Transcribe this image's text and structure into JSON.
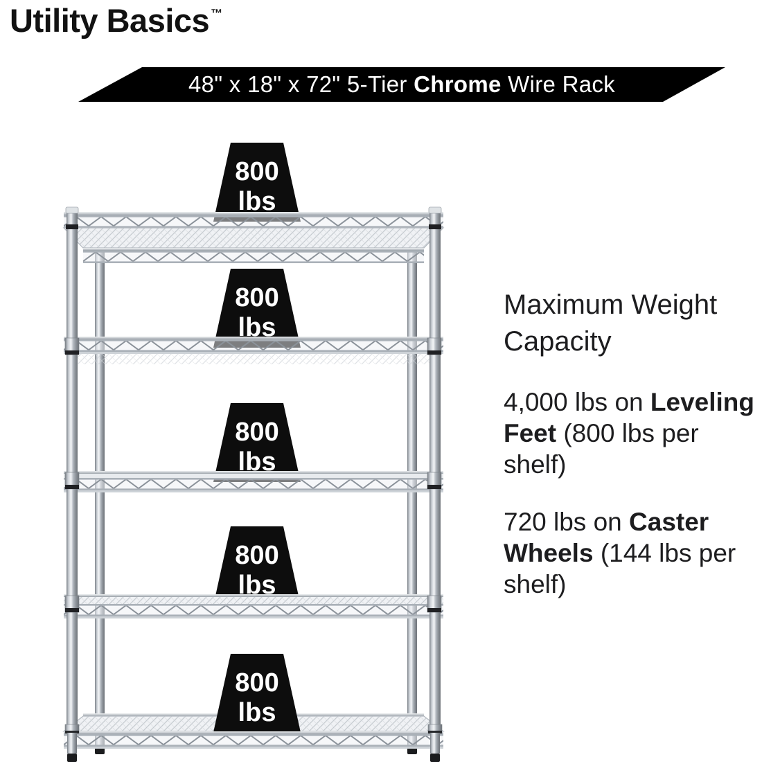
{
  "logo": {
    "text": "Utility Basics",
    "trademark": "™"
  },
  "banner": {
    "prefix": "48\" x 18\" x 72\" 5-Tier ",
    "bold": "Chrome",
    "suffix": " Wire Rack",
    "bg": "#000000",
    "text_color": "#ffffff"
  },
  "rack": {
    "tier_count": 5,
    "finish": "Chrome",
    "weights": [
      {
        "value": "800",
        "unit": "lbs"
      },
      {
        "value": "800",
        "unit": "lbs"
      },
      {
        "value": "800",
        "unit": "lbs"
      },
      {
        "value": "800",
        "unit": "lbs"
      },
      {
        "value": "800",
        "unit": "lbs"
      }
    ]
  },
  "info": {
    "heading": "Maximum Weight Capacity",
    "items": [
      {
        "prefix": "4,000 lbs on ",
        "bold": "Leveling Feet",
        "suffix": " (800 lbs per",
        "suffix_line2": "shelf)"
      },
      {
        "prefix": "720 lbs on ",
        "bold": "Caster Wheels",
        "suffix": " (144 lbs per",
        "suffix_line2": "shelf)"
      }
    ]
  },
  "colors": {
    "weight_badge_bg": "#0d0d0d",
    "weight_badge_text": "#ffffff",
    "banner_bg": "#000000",
    "text": "#1d1d1f"
  }
}
